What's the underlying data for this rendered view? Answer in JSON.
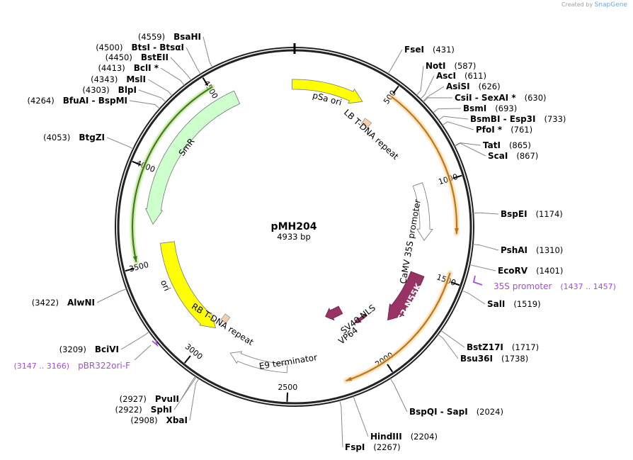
{
  "branding": {
    "created_by": "Created by",
    "product": "SnapGene"
  },
  "plasmid": {
    "name": "pMH204",
    "size_label": "4933 bp",
    "length": 4933
  },
  "ring_ticks": [
    "500",
    "1000",
    "1500",
    "2000",
    "2500",
    "3000",
    "3500",
    "4000",
    "4500"
  ],
  "features": [
    {
      "label": "pSa ori",
      "color": "#ffff00"
    },
    {
      "label": "LB T-DNA repeat",
      "color": "#f4cfae"
    },
    {
      "label": "CaMV 35S promoter",
      "color": "#ffffff"
    },
    {
      "label": "MS2-N55K",
      "color": "#993366"
    },
    {
      "label": "SV40 NLS",
      "color": "#993366"
    },
    {
      "label": "VP64",
      "color": "#993366"
    },
    {
      "label": "E9 terminator",
      "color": "#ffffff"
    },
    {
      "label": "RB T-DNA repeat",
      "color": "#f4cfae"
    },
    {
      "label": "ori",
      "color": "#ffff00"
    },
    {
      "label": "SmR",
      "color": "#ccffcc"
    }
  ],
  "primers": [
    {
      "name": "35S promoter",
      "range": "(1437 .. 1457)",
      "color": "#a04fd8"
    },
    {
      "name": "pBR322ori-F",
      "range": "(3147 .. 3166)",
      "color": "#a04fd8"
    }
  ],
  "restriction_sites": [
    {
      "name": "FseI",
      "pos": "(431)"
    },
    {
      "name": "NotI",
      "pos": "(587)"
    },
    {
      "name": "AscI",
      "pos": "(611)"
    },
    {
      "name": "AsiSI",
      "pos": "(626)"
    },
    {
      "name": "CsiI  -  SexAI *",
      "pos": "(630)"
    },
    {
      "name": "BsmI",
      "pos": "(693)"
    },
    {
      "name": "BsmBI  -  Esp3I",
      "pos": "(733)"
    },
    {
      "name": "PfoI *",
      "pos": "(761)"
    },
    {
      "name": "TatI",
      "pos": "(865)"
    },
    {
      "name": "ScaI",
      "pos": "(867)"
    },
    {
      "name": "BspEI",
      "pos": "(1174)"
    },
    {
      "name": "PshAI",
      "pos": "(1310)"
    },
    {
      "name": "EcoRV",
      "pos": "(1401)"
    },
    {
      "name": "SalI",
      "pos": "(1519)"
    },
    {
      "name": "BstZ17I",
      "pos": "(1717)"
    },
    {
      "name": "Bsu36I",
      "pos": "(1738)"
    },
    {
      "name": "BspQI  -  SapI",
      "pos": "(2024)"
    },
    {
      "name": "HindIII",
      "pos": "(2204)"
    },
    {
      "name": "FspI",
      "pos": "(2267)"
    },
    {
      "name": "XbaI",
      "pos": "(2908)"
    },
    {
      "name": "SphI",
      "pos": "(2922)"
    },
    {
      "name": "PvuII",
      "pos": "(2927)"
    },
    {
      "name": "BciVI",
      "pos": "(3209)"
    },
    {
      "name": "AlwNI",
      "pos": "(3422)"
    },
    {
      "name": "BtgZI",
      "pos": "(4053)"
    },
    {
      "name": "BfuAI  -  BspMI",
      "pos": "(4264)"
    },
    {
      "name": "BlpI",
      "pos": "(4303)"
    },
    {
      "name": "MslI",
      "pos": "(4343)"
    },
    {
      "name": "BclI *",
      "pos": "(4413)"
    },
    {
      "name": "BstEII",
      "pos": "(4450)"
    },
    {
      "name": "BtsI  -  BtsαI",
      "pos": "(4500)"
    },
    {
      "name": "BsaHI",
      "pos": "(4559)"
    }
  ]
}
